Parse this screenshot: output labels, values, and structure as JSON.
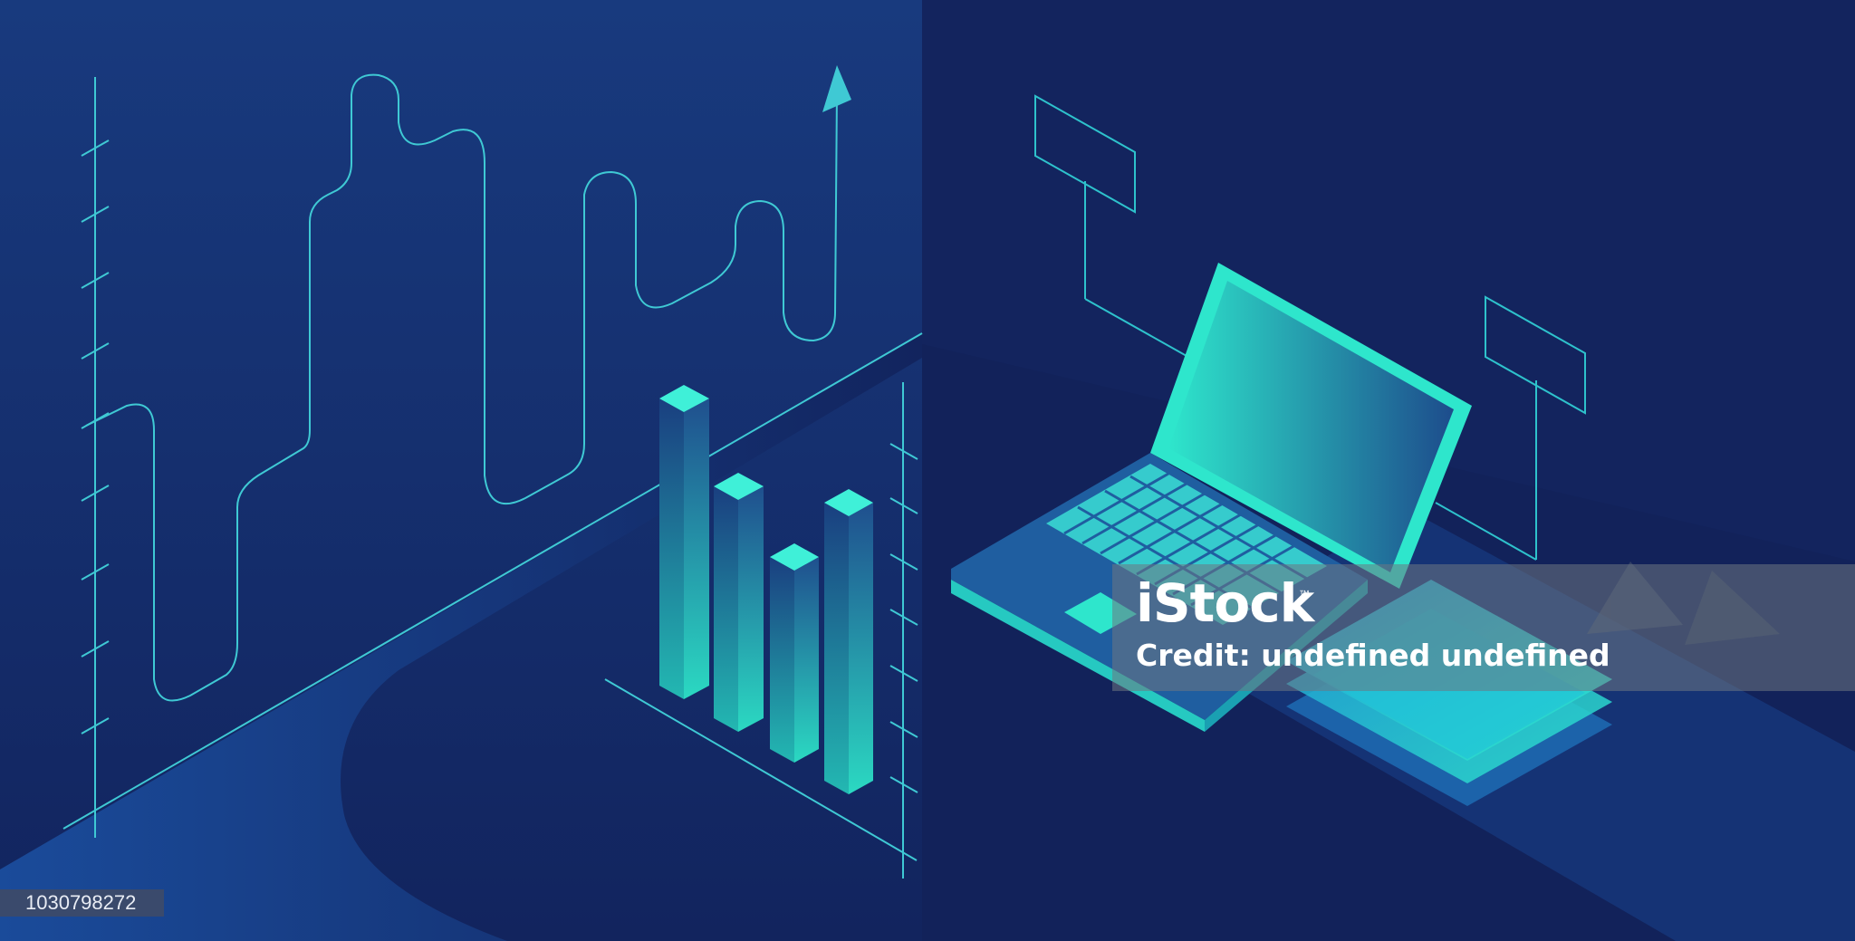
{
  "image": {
    "subject": "isometric-analytics-illustration",
    "palette": {
      "background": "#12225a",
      "panel": "#173575",
      "accent": "#2ee6cc",
      "line": "#3fc9d4"
    }
  },
  "watermark": {
    "brand": "iStock",
    "trademark": "™",
    "credit": "Credit: undefined undefined"
  },
  "stock_id": "1030798272"
}
